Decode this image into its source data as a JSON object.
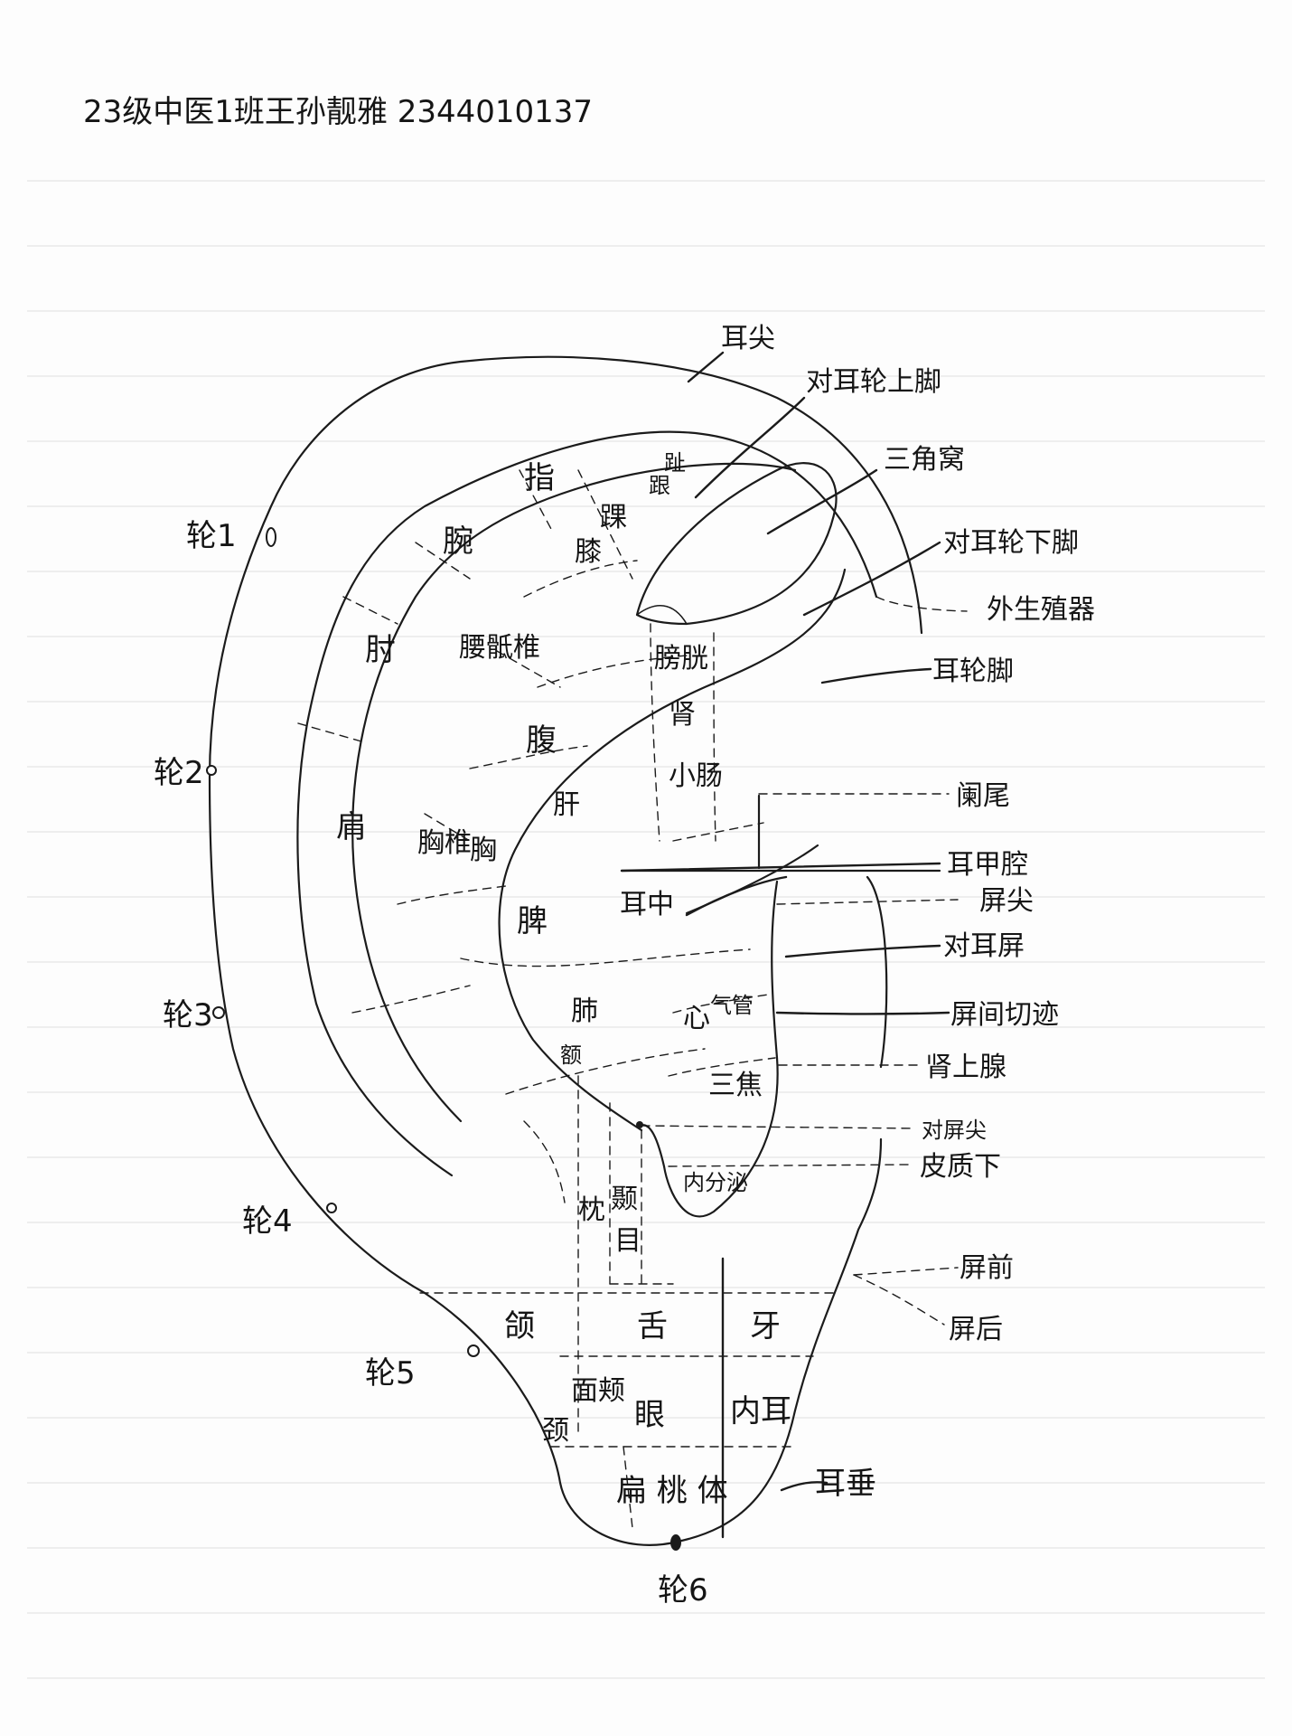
{
  "header": {
    "text": "23级中医1班王孙靓雅 2344010137"
  },
  "labels": {
    "ear_tip": "耳尖",
    "upper_crus": "对耳轮上脚",
    "triangular_fossa": "三角窝",
    "lower_crus": "对耳轮下脚",
    "external_genitalia": "外生殖器",
    "helix_crus": "耳轮脚",
    "appendix": "阑尾",
    "ear_cavity": "耳甲腔",
    "screen_tip": "屏尖",
    "antitragus": "对耳屏",
    "intertragic_notch": "屏间切迹",
    "adrenal": "肾上腺",
    "antitragus_tip": "对屏尖",
    "subcortex": "皮质下",
    "screen_front": "屏前",
    "screen_back": "屏后",
    "lobe": "耳垂",
    "finger": "指",
    "wrist": "腕",
    "elbow": "肘",
    "shoulder": "肩",
    "toe": "趾",
    "heel": "跟",
    "ankle": "踝",
    "knee": "膝",
    "lumbosacral": "腰骶椎",
    "abdomen": "腹",
    "bladder": "膀胱",
    "kidney": "肾",
    "small_intestine": "小肠",
    "liver": "肝",
    "chest": "胸",
    "thoracic": "胸椎",
    "spleen": "脾",
    "ear_middle": "耳中",
    "lung": "肺",
    "heart": "心",
    "trachea": "气管",
    "sanjiao": "三焦",
    "endocrine": "内分泌",
    "occiput": "枕",
    "temple": "颞",
    "forehead": "额",
    "eye_region": "目",
    "jaw": "颌",
    "tongue": "舌",
    "tooth": "牙",
    "face": "面颊",
    "neck": "颈",
    "eye": "眼",
    "inner_ear": "内耳",
    "tonsil": "扁 桃 体",
    "helix1": "轮1",
    "helix2": "轮2",
    "helix3": "轮3",
    "helix4": "轮4",
    "helix5": "轮5",
    "helix6": "轮6"
  }
}
